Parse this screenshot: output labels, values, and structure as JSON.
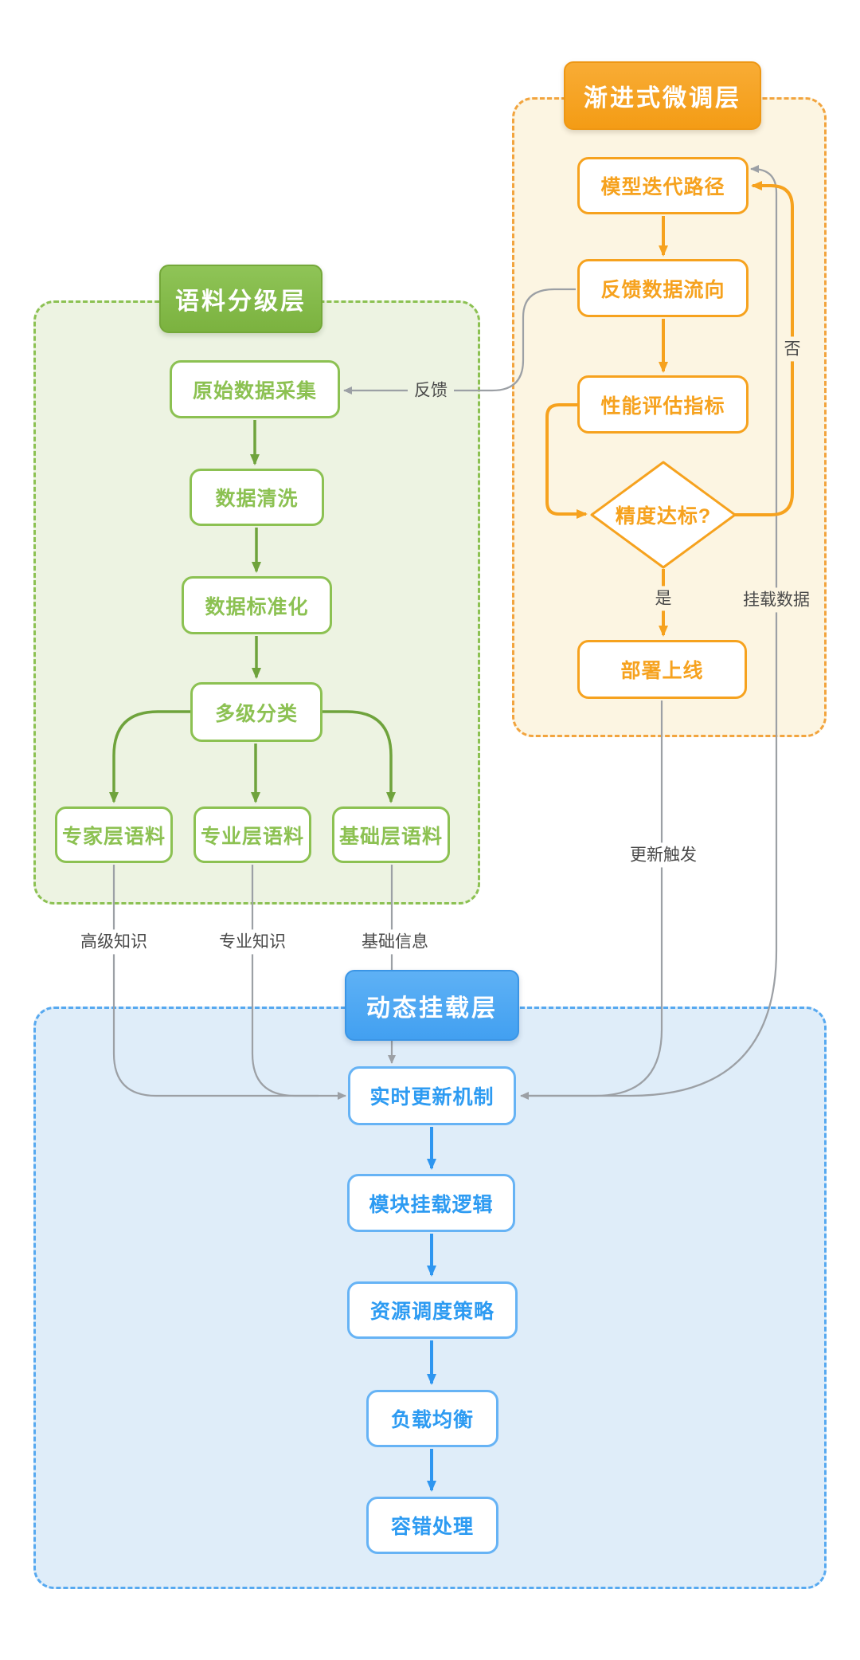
{
  "groups": {
    "finetune": {
      "label": "渐进式微调层",
      "accent": "#F6A21E",
      "fill": "#FCF5E2"
    },
    "corpus": {
      "label": "语料分级层",
      "accent": "#8CC152",
      "fill": "#EDF3E2"
    },
    "mount": {
      "label": "动态挂载层",
      "accent": "#42A0F1",
      "fill": "#DFEDF9"
    }
  },
  "nodes": {
    "model_iteration": {
      "label": "模型迭代路径"
    },
    "feedback_flow": {
      "label": "反馈数据流向"
    },
    "perf_metrics": {
      "label": "性能评估指标"
    },
    "accuracy_check": {
      "label": "精度达标?"
    },
    "deploy": {
      "label": "部署上线"
    },
    "raw_collect": {
      "label": "原始数据采集"
    },
    "clean": {
      "label": "数据清洗"
    },
    "standardize": {
      "label": "数据标准化"
    },
    "multi_class": {
      "label": "多级分类"
    },
    "expert_corpus": {
      "label": "专家层语料"
    },
    "pro_corpus": {
      "label": "专业层语料"
    },
    "basic_corpus": {
      "label": "基础层语料"
    },
    "realtime_update": {
      "label": "实时更新机制"
    },
    "module_mount": {
      "label": "模块挂载逻辑"
    },
    "resource_sched": {
      "label": "资源调度策略"
    },
    "load_balance": {
      "label": "负载均衡"
    },
    "fault_tolerance": {
      "label": "容错处理"
    }
  },
  "edge_labels": {
    "feedback": "反馈",
    "yes": "是",
    "no": "否",
    "mount_data": "挂载数据",
    "update_trigger": "更新触发",
    "adv_knowledge": "高级知识",
    "pro_knowledge": "专业知识",
    "basic_info": "基础信息"
  },
  "colors": {
    "orange_line": "#F6A21E",
    "green_line": "#6FA33C",
    "blue_line": "#2E96F0",
    "gray_line": "#9CA0A5",
    "label_text": "#4A4A4A"
  }
}
